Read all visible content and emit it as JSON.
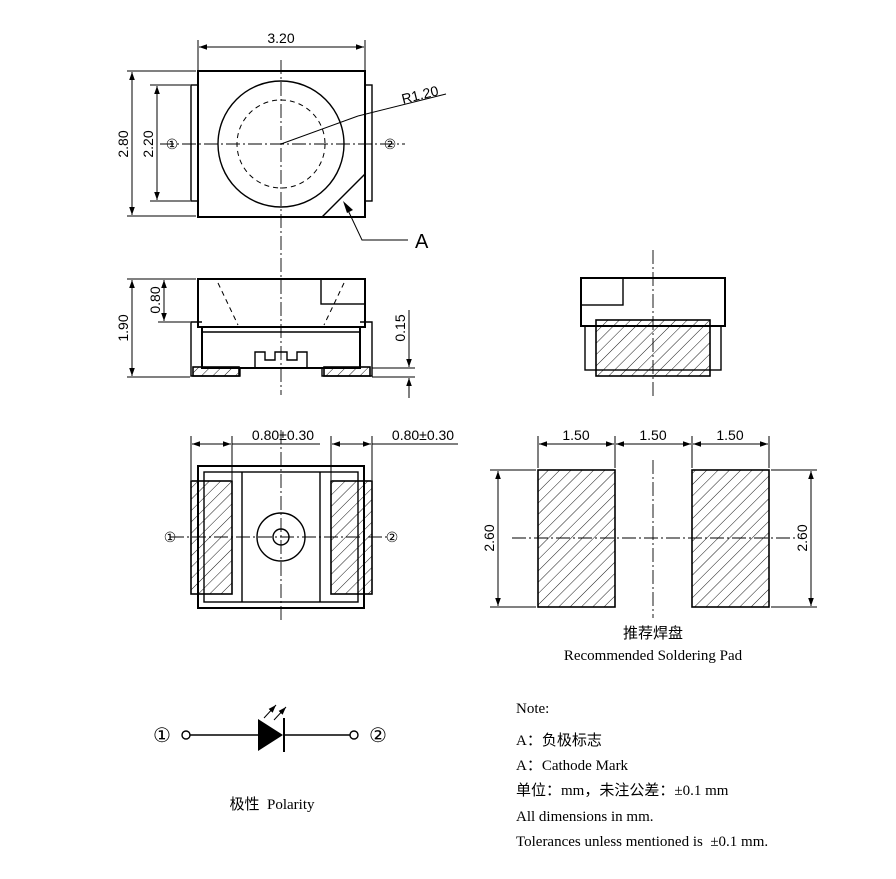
{
  "top_view": {
    "width_dim": "3.20",
    "height_outer_dim": "2.80",
    "height_inner_dim": "2.20",
    "radius_dim": "R1.20",
    "pin1": "①",
    "pin2": "②",
    "cathode_label": "A"
  },
  "side_view": {
    "total_height_dim": "1.90",
    "top_height_dim": "0.80",
    "lead_dim": "0.15"
  },
  "bottom_view": {
    "pad_left_dim": "0.80±0.30",
    "pad_right_dim": "0.80±0.30",
    "pin1": "①",
    "pin2": "②"
  },
  "solder_pad": {
    "dim1": "1.50",
    "dim2": "1.50",
    "dim3": "1.50",
    "height_left": "2.60",
    "height_right": "2.60",
    "title_cn": "推荐焊盘",
    "title_en": "Recommended Soldering Pad"
  },
  "polarity": {
    "pin1": "①",
    "pin2": "②",
    "label": "极性  Polarity"
  },
  "notes": {
    "heading": "Note:",
    "line1": "A：负极标志",
    "line2": "A：Cathode Mark",
    "line3": "单位：mm，未注公差：±0.1 mm",
    "line4": "All dimensions in mm.",
    "line5": "Tolerances unless mentioned is  ±0.1 mm."
  }
}
